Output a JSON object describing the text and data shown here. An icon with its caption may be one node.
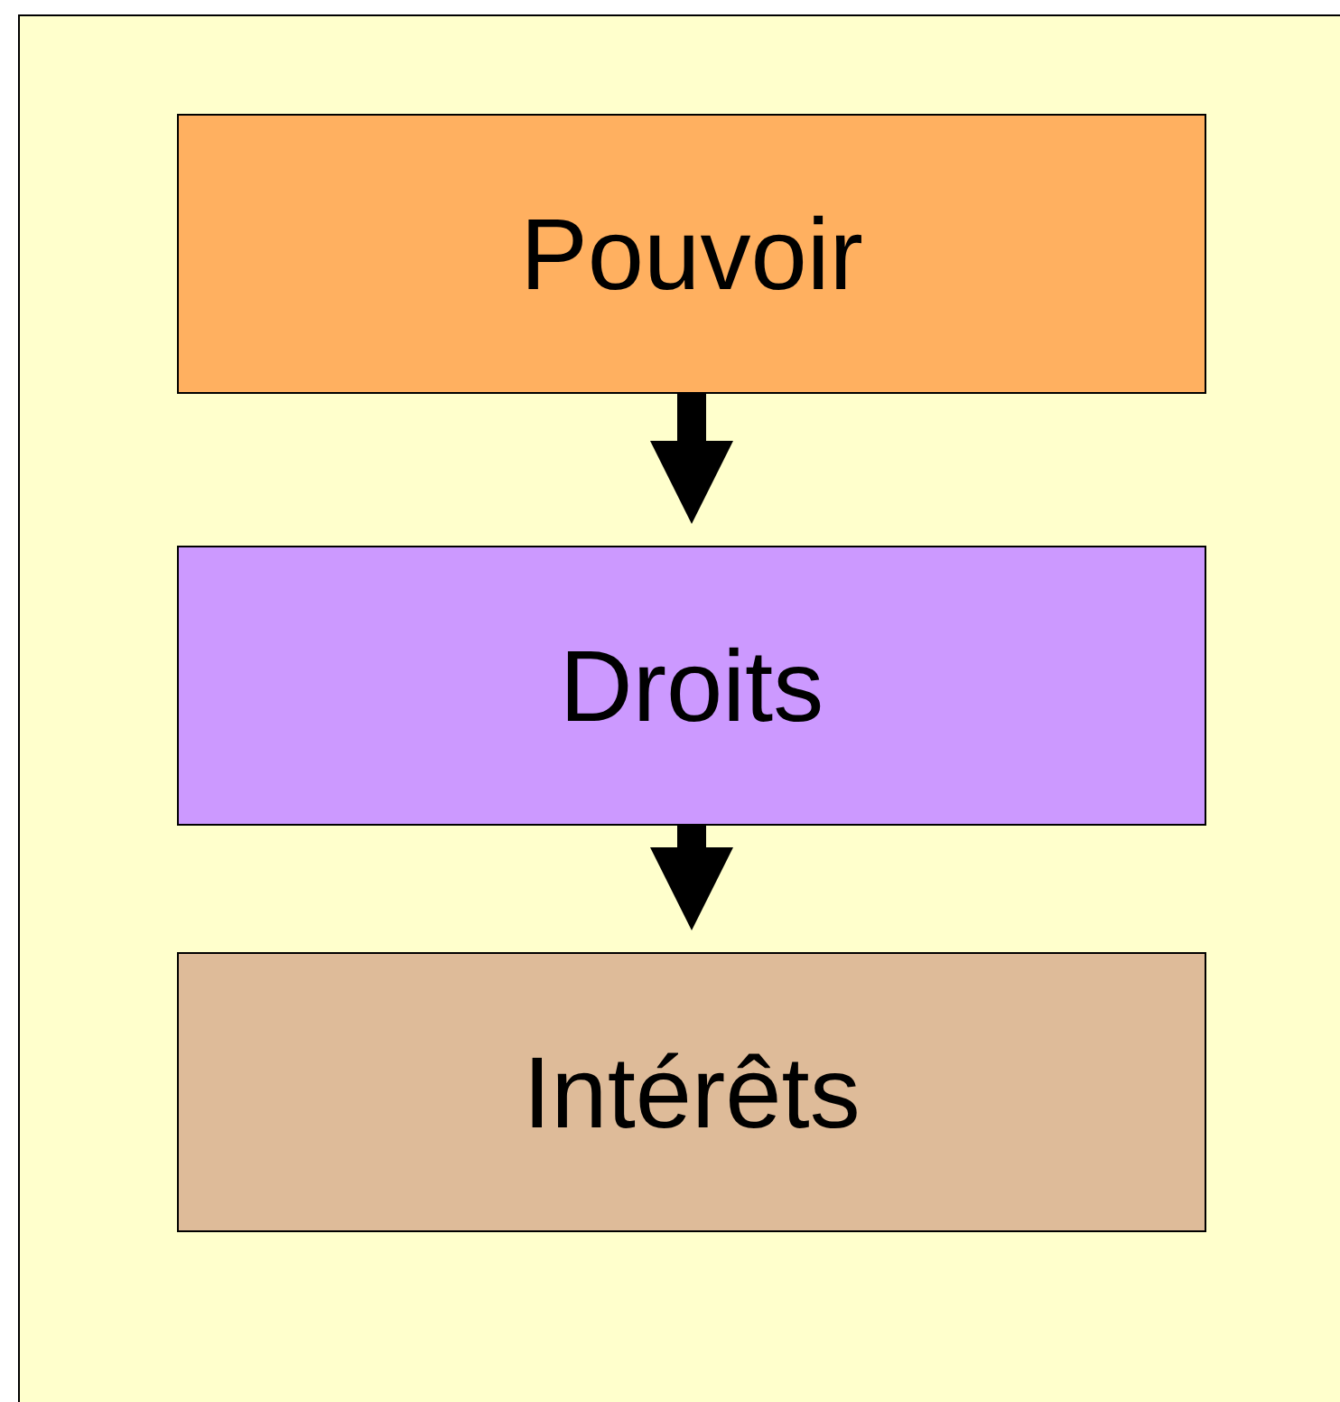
{
  "diagram": {
    "nodes": [
      {
        "text": [
          "Pouvoir"
        ]
      },
      {
        "text": [
          "Droits"
        ]
      },
      {
        "text": [
          "Intérêts"
        ]
      }
    ],
    "edges": [
      {
        "from": 0,
        "to": 1,
        "arrow": "to"
      },
      {
        "from": 1,
        "to": 2,
        "arrow": "to"
      }
    ]
  }
}
